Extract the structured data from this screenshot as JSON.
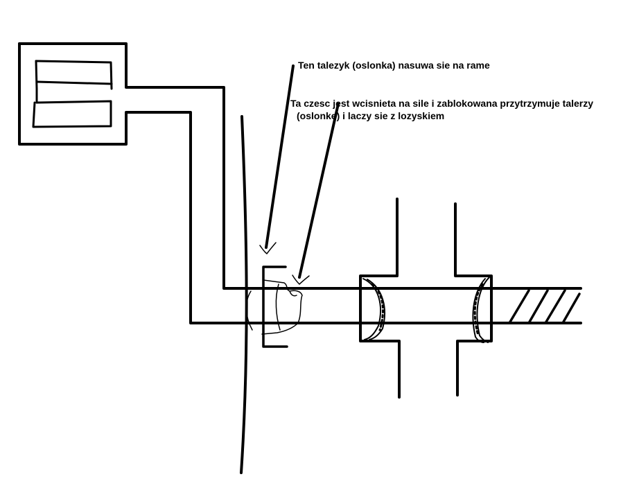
{
  "annotations": {
    "plate_note": "Ten talezyk (oslonka) nasuwa sie na rame",
    "part_note_line1": "Ta czesc jest wcisnieta na sile i zablokowana przytrzymuje talerzy",
    "part_note_line2": "(oslonke) i laczy sie z lozyskiem"
  },
  "colors": {
    "stroke": "#000000",
    "background": "#ffffff"
  }
}
